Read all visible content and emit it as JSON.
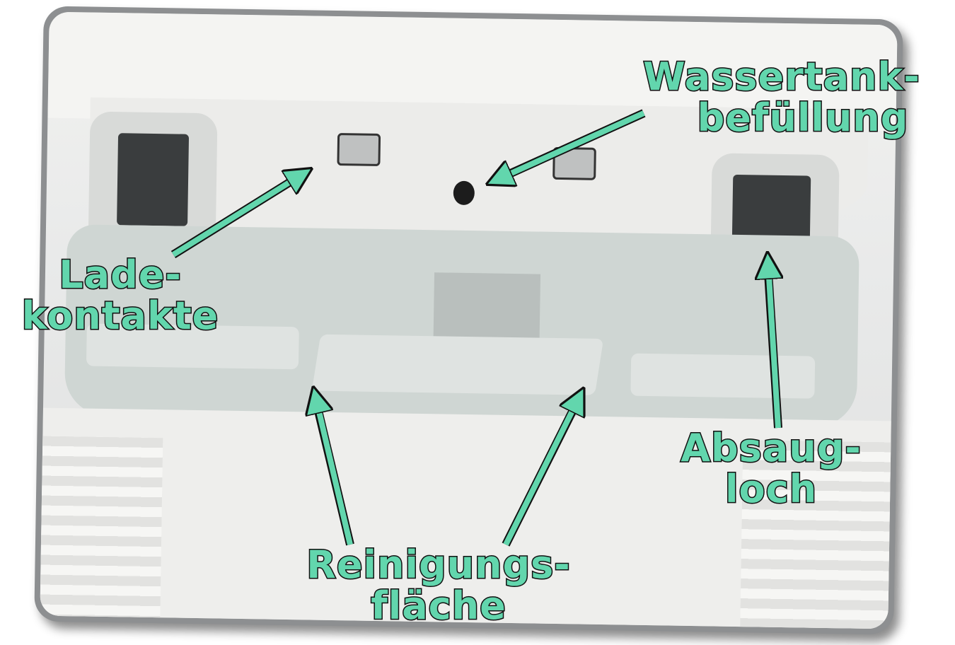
{
  "accent_color": "#62d6ad",
  "labels": {
    "wassertank": [
      "Wassertank-",
      "befüllung"
    ],
    "lade": [
      "Lade-",
      "kontakte"
    ],
    "absaug": [
      "Absaug-",
      "loch"
    ],
    "reinigung": [
      "Reinigungs-",
      "fläche"
    ]
  }
}
